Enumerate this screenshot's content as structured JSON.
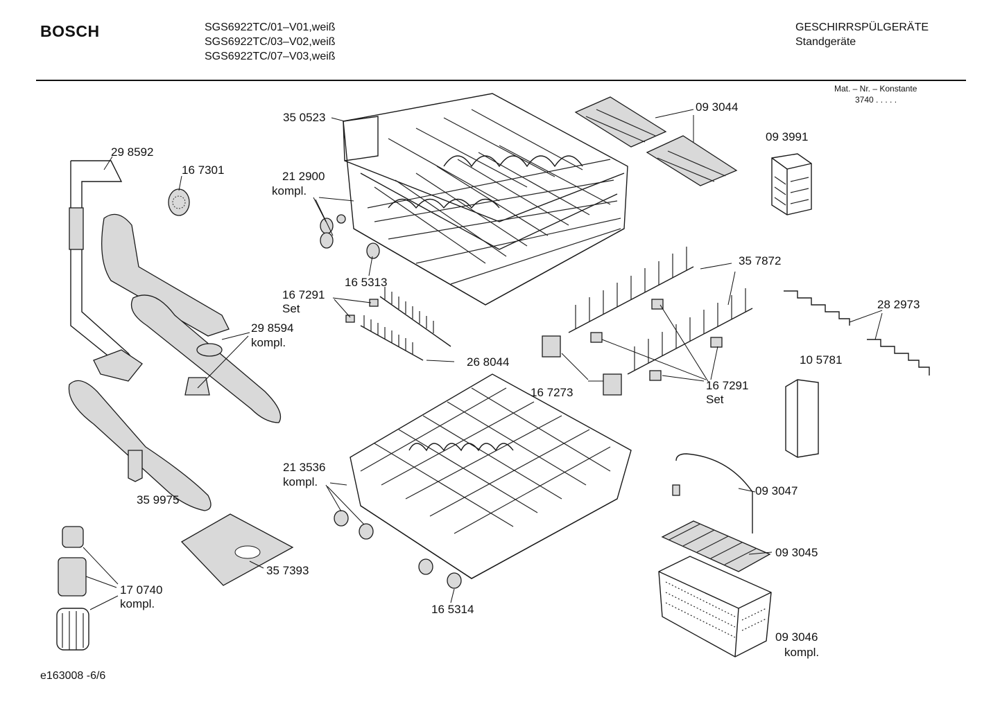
{
  "header": {
    "brand": "BOSCH",
    "models": [
      "SGS6922TC/01–V01,weiß",
      "SGS6922TC/03–V02,weiß",
      "SGS6922TC/07–V03,weiß"
    ],
    "category": "GESCHIRRSPÜLGERÄTE",
    "subcategory": "Standgeräte",
    "mat_label": "Mat. – Nr. – Konstante",
    "mat_value": "3740 . . . . ."
  },
  "footer": {
    "code": "e163008 -6/6"
  },
  "parts": [
    {
      "number": "35 0523",
      "note": ""
    },
    {
      "number": "09 3044",
      "note": ""
    },
    {
      "number": "09 3991",
      "note": ""
    },
    {
      "number": "29 8592",
      "note": ""
    },
    {
      "number": "16 7301",
      "note": ""
    },
    {
      "number": "21 2900",
      "note": "kompl."
    },
    {
      "number": "16 5313",
      "note": ""
    },
    {
      "number": "35 7872",
      "note": ""
    },
    {
      "number": "16 7291",
      "note": "Set"
    },
    {
      "number": "28 2973",
      "note": ""
    },
    {
      "number": "29 8594",
      "note": "kompl."
    },
    {
      "number": "26 8044",
      "note": ""
    },
    {
      "number": "10 5781",
      "note": ""
    },
    {
      "number": "16 7273",
      "note": ""
    },
    {
      "number": "16 7291",
      "note": "Set"
    },
    {
      "number": "21 3536",
      "note": "kompl."
    },
    {
      "number": "35 9975",
      "note": ""
    },
    {
      "number": "09 3047",
      "note": ""
    },
    {
      "number": "09 3045",
      "note": ""
    },
    {
      "number": "35 7393",
      "note": ""
    },
    {
      "number": "17 0740",
      "note": "kompl."
    },
    {
      "number": "16 5314",
      "note": ""
    },
    {
      "number": "09 3046",
      "note": "kompl."
    }
  ]
}
